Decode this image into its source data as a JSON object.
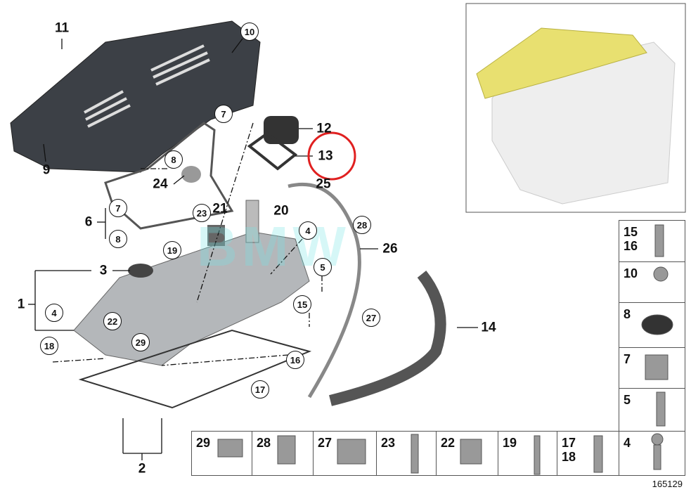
{
  "watermark": "BMW",
  "diagram_number": "165129",
  "callouts_bold": [
    "11",
    "9",
    "12",
    "13",
    "24",
    "25",
    "21",
    "20",
    "6",
    "3",
    "26",
    "1",
    "14",
    "2"
  ],
  "callouts_circled": [
    "10",
    "7",
    "8",
    "7",
    "8",
    "23",
    "19",
    "4",
    "28",
    "5",
    "4",
    "22",
    "15",
    "29",
    "18",
    "27",
    "16",
    "17"
  ],
  "highlighted_part": "13",
  "highlight_color": "#e02020",
  "inset_highlight_color": "#e8e070",
  "side_parts": [
    {
      "label": "15\n16"
    },
    {
      "label": "10"
    },
    {
      "label": "8"
    },
    {
      "label": "7"
    },
    {
      "label": "5"
    }
  ],
  "bottom_parts": [
    {
      "label": "29"
    },
    {
      "label": "28"
    },
    {
      "label": "27"
    },
    {
      "label": "23"
    },
    {
      "label": "22"
    },
    {
      "label": "19"
    },
    {
      "label": "17\n18"
    },
    {
      "label": "4"
    }
  ]
}
